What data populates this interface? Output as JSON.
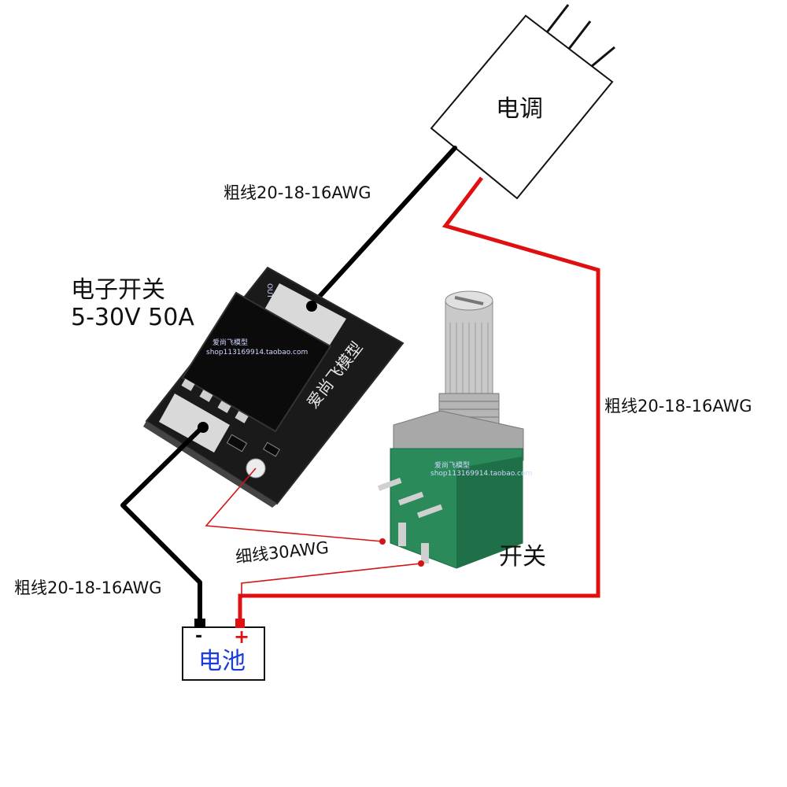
{
  "esc": {
    "label": "电调"
  },
  "switch_module": {
    "title": "电子开关",
    "spec": "5-30V 50A",
    "silk_out": "OUT",
    "brand": "爱尚飞模型",
    "shop": "shop113169914.taobao.com"
  },
  "wires": {
    "esc_to_switch": "粗线20-18-16AWG",
    "right_red": "粗线20-18-16AWG",
    "left_black": "粗线20-18-16AWG",
    "thin": "细线30AWG"
  },
  "toggle": {
    "label": "开关",
    "brand": "爱尚飞模型",
    "shop": "shop113169914.taobao.com"
  },
  "battery": {
    "label": "电池",
    "minus": "-",
    "plus": "+"
  },
  "colors": {
    "thick_black": "#000000",
    "thick_red": "#e01010",
    "thin_red": "#d41414",
    "battery_text": "#1a3cd8",
    "pcb": "#141414",
    "pot_green": "#2a8a5a"
  }
}
